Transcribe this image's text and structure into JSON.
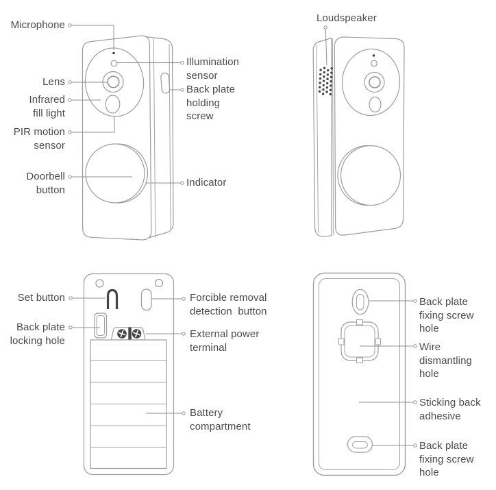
{
  "colors": {
    "background": "#ffffff",
    "text": "#4a4a4a",
    "outline": "#9c9c9c",
    "leader_line": "#8f8f8f",
    "dark_detail": "#454545"
  },
  "labels": {
    "microphone": "Microphone",
    "lens": "Lens",
    "infrared_fill_light": "Infrared\nfill light",
    "pir_motion_sensor": "PIR motion\nsensor",
    "doorbell_button": "Doorbell\nbutton",
    "illumination_sensor": "Illumination\nsensor",
    "back_plate_holding_screw": "Back plate\nholding\nscrew",
    "indicator": "Indicator",
    "loudspeaker": "Loudspeaker",
    "set_button": "Set button",
    "back_plate_locking_hole": "Back plate\nlocking hole",
    "forcible_removal_detection_button": "Forcible removal\ndetection  button",
    "external_power_terminal": "External power\nterminal",
    "battery_compartment": "Battery\ncompartment",
    "back_plate_fixing_screw_hole_top": "Back plate\nfixing screw\nhole",
    "wire_dismantling_hole": "Wire\ndismantling\nhole",
    "sticking_back_adhesive": "Sticking back\nadhesive",
    "back_plate_fixing_screw_hole_bottom": "Back plate\nfixing screw\nhole"
  }
}
